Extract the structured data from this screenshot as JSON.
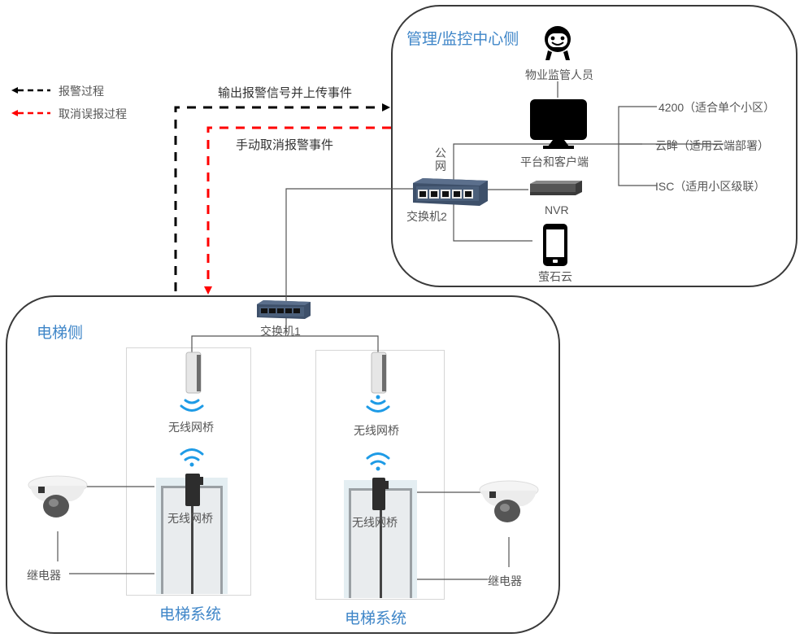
{
  "legend": {
    "items": [
      {
        "label": "报警过程",
        "color": "#000000"
      },
      {
        "label": "取消误报过程",
        "color": "#ff0000"
      }
    ]
  },
  "flows": {
    "alarm_label": "输出报警信号并上传事件",
    "cancel_label": "手动取消报警事件"
  },
  "management": {
    "title": "管理/监控中心侧",
    "operator_label": "物业监管人员",
    "platform_label": "平台和客户端",
    "public_net_label": "公网",
    "switch_label": "交换机2",
    "nvr_label": "NVR",
    "ezviz_label": "萤石云",
    "platforms": [
      "4200（适合单个小区）",
      "云眸（适用云端部署）",
      "ISC（适用小区级联）"
    ]
  },
  "elevator_side": {
    "title": "电梯侧",
    "switch_label": "交换机1",
    "units": [
      {
        "bridge_top_label": "无线网桥",
        "bridge_car_label": "无线网桥",
        "relay_label": "继电器",
        "system_label": "电梯系统"
      },
      {
        "bridge_top_label": "无线网桥",
        "bridge_car_label": "无线网桥",
        "relay_label": "继电器",
        "system_label": "电梯系统"
      }
    ]
  },
  "colors": {
    "title_blue": "#3f86c8",
    "wifi_blue": "#1e9be6",
    "alarm": "#000000",
    "cancel": "#ff0000",
    "switch_body": "#4b5f7a"
  }
}
